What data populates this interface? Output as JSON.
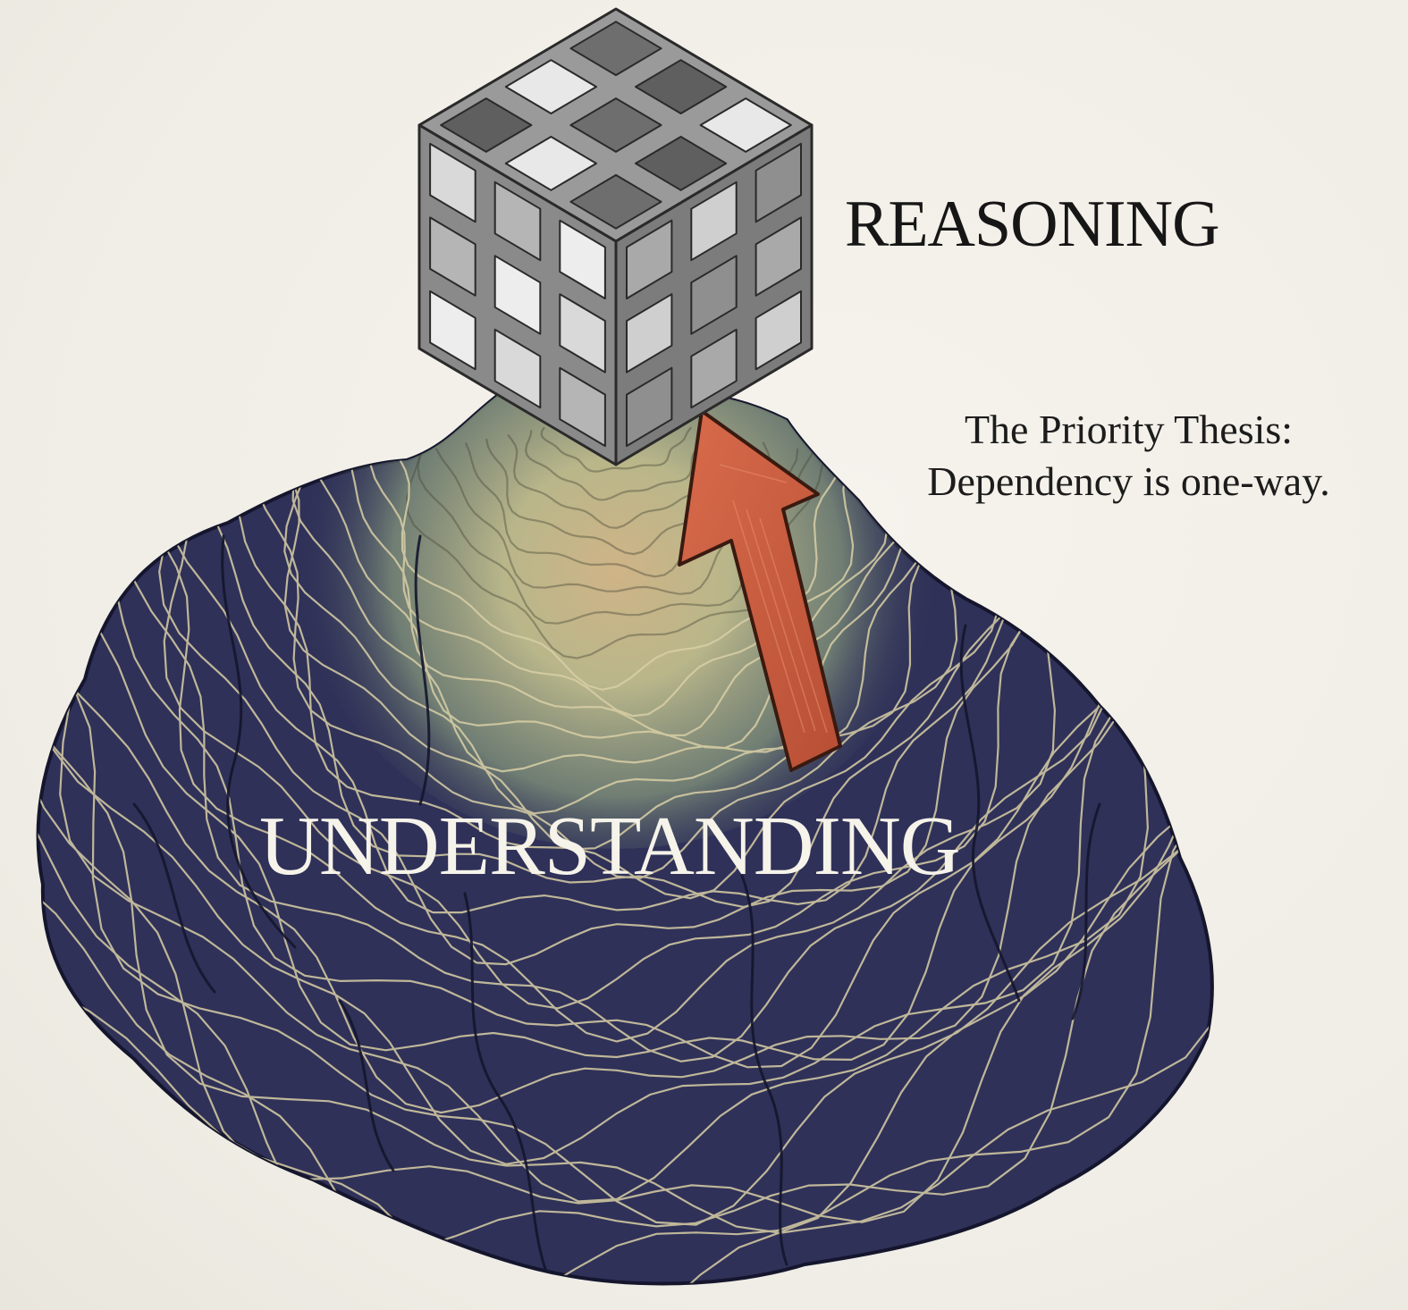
{
  "labels": {
    "reasoning": "REASONING",
    "thesis_line1": "The Priority Thesis:",
    "thesis_line2": "Dependency is one-way.",
    "understanding": "UNDERSTANDING"
  },
  "colors": {
    "background": "#f1efe8",
    "mound_dark": "#2f3158",
    "mound_contour": "#d9cfa6",
    "peak_green": "#b8b98a",
    "peak_tan": "#d1a777",
    "arrow_fill": "#cf6142",
    "arrow_outline": "#3a1a10",
    "cube_frame": "#8c8c8c",
    "text_dark": "#161616",
    "text_light": "#f6f3ea"
  },
  "icons": {
    "cube": "lattice-cube-icon",
    "arrow": "up-arrow-icon",
    "mound": "contour-mound-icon"
  }
}
